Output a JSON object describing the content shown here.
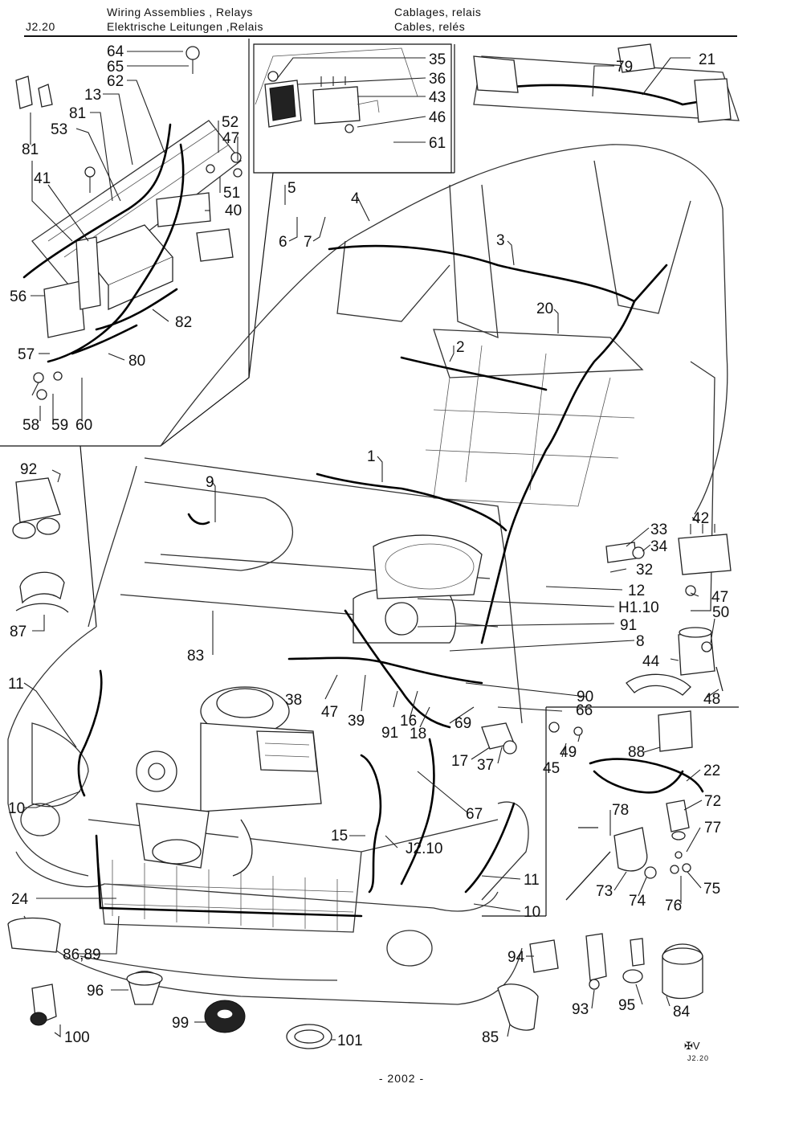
{
  "header": {
    "code": "J2.20",
    "title_en": "Wiring   Assemblies , Relays",
    "title_de": "Elektrische  Leitungen ,Relais",
    "title_fr1": "Cablages,  relais",
    "title_fr2": "Cables, relés"
  },
  "callouts": [
    "64",
    "65",
    "62",
    "13",
    "81",
    "53",
    "81",
    "41",
    "52",
    "47",
    "51",
    "40",
    "56",
    "82",
    "57",
    "80",
    "58",
    "59",
    "60",
    "35",
    "36",
    "43",
    "46",
    "61",
    "79",
    "21",
    "5",
    "6",
    "7",
    "4",
    "3",
    "20",
    "2",
    "1",
    "9",
    "92",
    "87",
    "11",
    "10",
    "24",
    "86,89",
    "96",
    "99",
    "100",
    "101",
    "83",
    "38",
    "47",
    "39",
    "91",
    "16",
    "18",
    "69",
    "17",
    "37",
    "66",
    "45",
    "49",
    "90",
    "8",
    "91",
    "H1.10",
    "12",
    "32",
    "34",
    "33",
    "42",
    "47",
    "50",
    "44",
    "48",
    "88",
    "22",
    "72",
    "77",
    "78",
    "73",
    "74",
    "76",
    "75",
    "67",
    "15",
    "J2.10",
    "11",
    "10",
    "94",
    "93",
    "95",
    "84",
    "85"
  ],
  "footer": {
    "page_number": "- 2002 -"
  },
  "logo": {
    "mark": "✠V",
    "code": "J2.20"
  }
}
